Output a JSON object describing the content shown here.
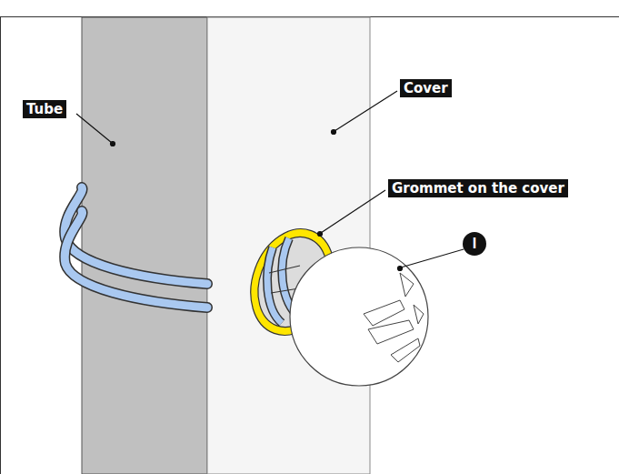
{
  "diagram": {
    "labels": [
      "Tube",
      "Cover",
      "Grommet on the cover",
      "I"
    ]
  }
}
